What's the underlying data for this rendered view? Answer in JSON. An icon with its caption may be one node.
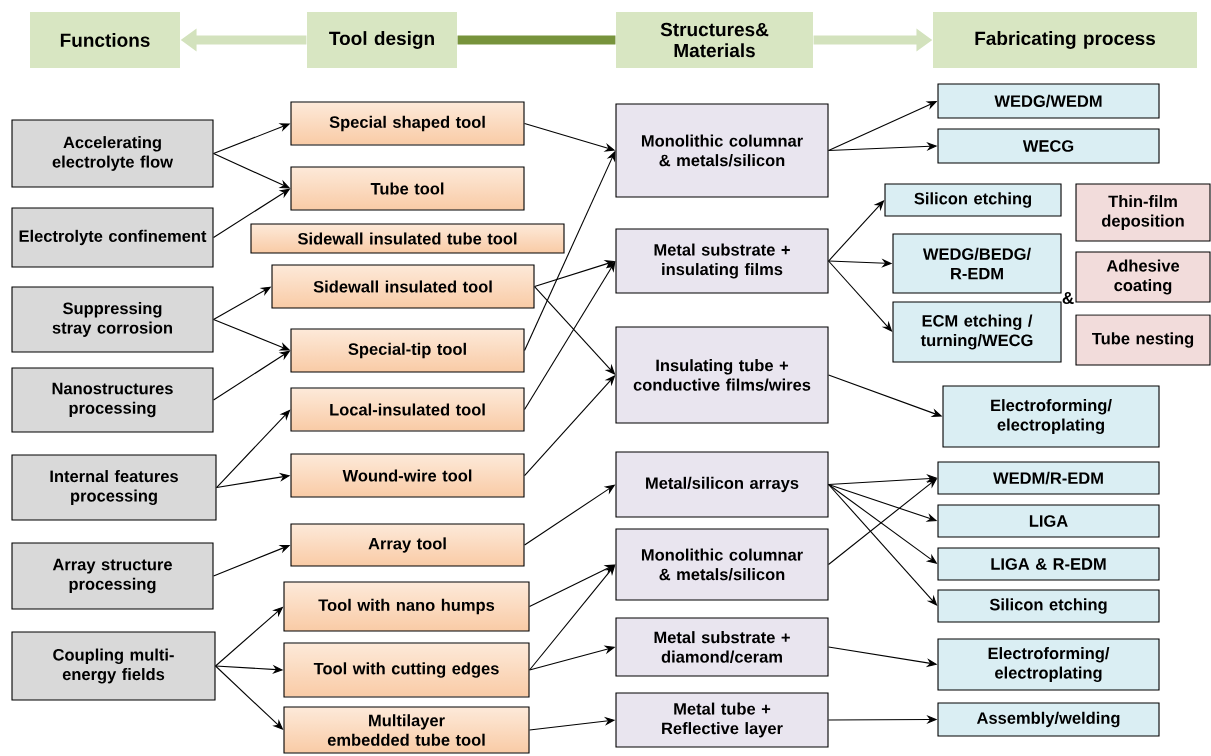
{
  "diagram": {
    "nodes": [
      {
        "text": [
          "Functions"
        ]
      },
      {
        "text": [
          "Tool design"
        ]
      },
      {
        "text": [
          "Structures& Materials"
        ]
      },
      {
        "text": [
          "Fabricating process"
        ]
      },
      {
        "text": [
          "Accelerating electrolyte flow"
        ]
      },
      {
        "text": [
          "Electrolyte confinement"
        ]
      },
      {
        "text": [
          "Suppressing stray corrosion"
        ]
      },
      {
        "text": [
          "Nanostructures processing"
        ]
      },
      {
        "text": [
          "Internal features processing"
        ]
      },
      {
        "text": [
          "Array structure processing"
        ]
      },
      {
        "text": [
          "Coupling multi-energy fields"
        ]
      },
      {
        "text": [
          "Special shaped tool"
        ]
      },
      {
        "text": [
          "Tube tool"
        ]
      },
      {
        "text": [
          "Sidewall insulated tube tool"
        ]
      },
      {
        "text": [
          "Sidewall insulated tool"
        ]
      },
      {
        "text": [
          "Special-tip tool"
        ]
      },
      {
        "text": [
          "Local-insulated tool"
        ]
      },
      {
        "text": [
          "Wound-wire tool"
        ]
      },
      {
        "text": [
          "Array tool"
        ]
      },
      {
        "text": [
          "Tool with nano humps"
        ]
      },
      {
        "text": [
          "Tool with cutting edges"
        ]
      },
      {
        "text": [
          "Multilayer embedded tube tool"
        ]
      },
      {
        "text": [
          "Monolithic columnar & metals/silicon"
        ]
      },
      {
        "text": [
          "Metal substrate + insulating films"
        ]
      },
      {
        "text": [
          "Insulating tube + conductive films/wires"
        ]
      },
      {
        "text": [
          "Metal/silicon arrays"
        ]
      },
      {
        "text": [
          "Monolithic columnar & metals/silicon"
        ]
      },
      {
        "text": [
          "Metal substrate + diamond/ceram"
        ]
      },
      {
        "text": [
          "Metal tube + Reflective layer"
        ]
      },
      {
        "text": [
          "WEDG/WEDM"
        ]
      },
      {
        "text": [
          "WECG"
        ]
      },
      {
        "text": [
          "Silicon etching"
        ]
      },
      {
        "text": [
          "WEDG/BEDG/ R-EDM"
        ]
      },
      {
        "text": [
          "ECM etching / turning/WECG"
        ]
      },
      {
        "text": [
          "Thin-film deposition"
        ]
      },
      {
        "text": [
          "Adhesive coating"
        ]
      },
      {
        "text": [
          "Tube nesting"
        ]
      },
      {
        "text": [
          "Electroforming/ electroplating"
        ]
      },
      {
        "text": [
          "WEDM/R-EDM"
        ]
      },
      {
        "text": [
          "LIGA"
        ]
      },
      {
        "text": [
          "LIGA & R-EDM"
        ]
      },
      {
        "text": [
          "Silicon etching"
        ]
      },
      {
        "text": [
          "Electroforming/ electroplating"
        ]
      },
      {
        "text": [
          "Assembly/welding"
        ]
      }
    ],
    "edges": [
      {
        "from": 1,
        "to": 0,
        "arrow": "to",
        "style": "thick",
        "color": "#d3e2bd"
      },
      {
        "from": 1,
        "to": 2,
        "arrow": "none",
        "style": "thick",
        "color": "#77933c"
      },
      {
        "from": 2,
        "to": 3,
        "arrow": "to",
        "style": "thick",
        "color": "#d3e2bd"
      },
      {
        "from": 4,
        "to": 11,
        "arrow": "to"
      },
      {
        "from": 4,
        "to": 12,
        "arrow": "to"
      },
      {
        "from": 5,
        "to": 12,
        "arrow": "to"
      },
      {
        "from": 6,
        "to": 14,
        "arrow": "to"
      },
      {
        "from": 6,
        "to": 15,
        "arrow": "to"
      },
      {
        "from": 7,
        "to": 15,
        "arrow": "to"
      },
      {
        "from": 8,
        "to": 16,
        "arrow": "to"
      },
      {
        "from": 8,
        "to": 17,
        "arrow": "to"
      },
      {
        "from": 9,
        "to": 18,
        "arrow": "to"
      },
      {
        "from": 10,
        "to": 19,
        "arrow": "to"
      },
      {
        "from": 10,
        "to": 20,
        "arrow": "to"
      },
      {
        "from": 10,
        "to": 21,
        "arrow": "to"
      },
      {
        "from": 11,
        "to": 22,
        "arrow": "to"
      },
      {
        "from": 15,
        "to": 22,
        "arrow": "to"
      },
      {
        "from": 14,
        "to": 23,
        "arrow": "to"
      },
      {
        "from": 16,
        "to": 23,
        "arrow": "to"
      },
      {
        "from": 14,
        "to": 24,
        "arrow": "to"
      },
      {
        "from": 17,
        "to": 24,
        "arrow": "to"
      },
      {
        "from": 18,
        "to": 25,
        "arrow": "to"
      },
      {
        "from": 19,
        "to": 26,
        "arrow": "to"
      },
      {
        "from": 20,
        "to": 26,
        "arrow": "to"
      },
      {
        "from": 20,
        "to": 27,
        "arrow": "to"
      },
      {
        "from": 21,
        "to": 28,
        "arrow": "to"
      },
      {
        "from": 22,
        "to": 29,
        "arrow": "to"
      },
      {
        "from": 22,
        "to": 30,
        "arrow": "to"
      },
      {
        "from": 23,
        "to": 31,
        "arrow": "to"
      },
      {
        "from": 23,
        "to": 32,
        "arrow": "to"
      },
      {
        "from": 23,
        "to": 33,
        "arrow": "to"
      },
      {
        "from": 24,
        "to": 37,
        "arrow": "to"
      },
      {
        "from": 25,
        "to": 38,
        "arrow": "to"
      },
      {
        "from": 25,
        "to": 39,
        "arrow": "to"
      },
      {
        "from": 25,
        "to": 40,
        "arrow": "to"
      },
      {
        "from": 25,
        "to": 41,
        "arrow": "to"
      },
      {
        "from": 26,
        "to": 38,
        "arrow": "to"
      },
      {
        "from": 27,
        "to": 42,
        "arrow": "to"
      },
      {
        "from": 28,
        "to": 43,
        "arrow": "to"
      }
    ],
    "labels": [
      "&"
    ]
  }
}
